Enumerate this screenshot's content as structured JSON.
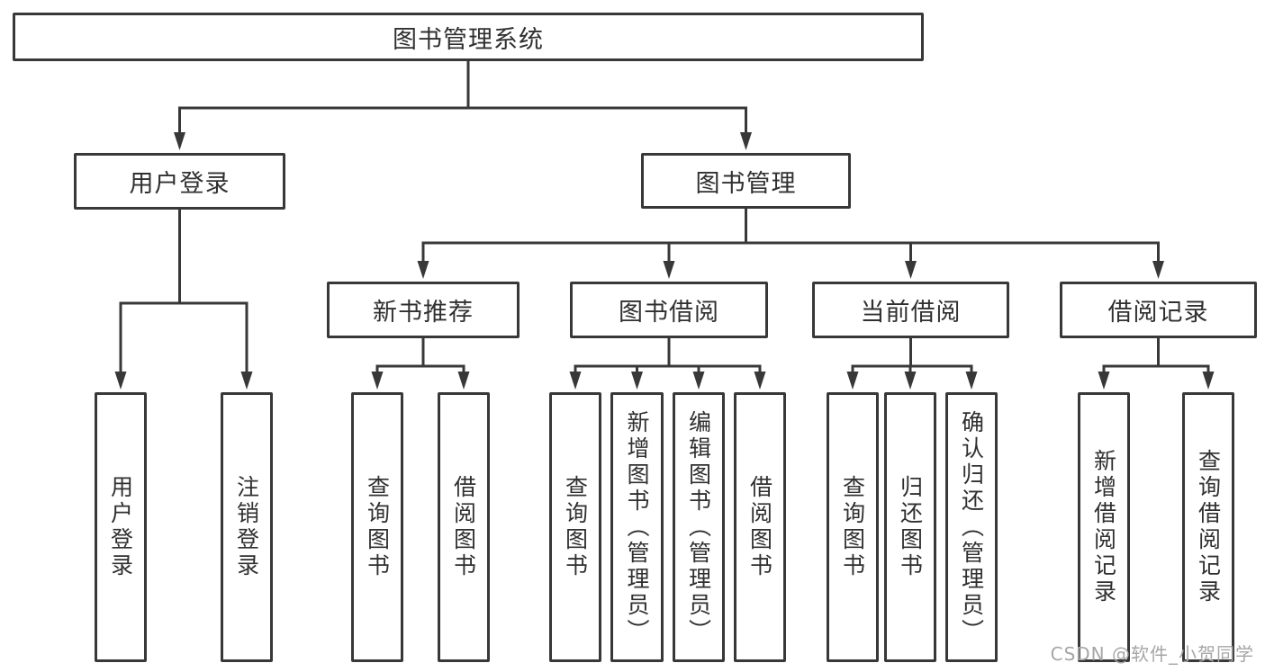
{
  "diagram": {
    "title": "图书管理系统",
    "nodes": [
      {
        "id": "root",
        "label": "图书管理系统",
        "parent": null
      },
      {
        "id": "user-login",
        "label": "用户登录",
        "parent": "root"
      },
      {
        "id": "book-mgmt",
        "label": "图书管理",
        "parent": "root"
      },
      {
        "id": "new-book-rec",
        "label": "新书推荐",
        "parent": "book-mgmt"
      },
      {
        "id": "book-borrow",
        "label": "图书借阅",
        "parent": "book-mgmt"
      },
      {
        "id": "current-borrow",
        "label": "当前借阅",
        "parent": "book-mgmt"
      },
      {
        "id": "borrow-records",
        "label": "借阅记录",
        "parent": "book-mgmt"
      },
      {
        "id": "v-user-login",
        "label": "用户登录",
        "parent": "user-login"
      },
      {
        "id": "v-logout",
        "label": "注销登录",
        "parent": "user-login"
      },
      {
        "id": "v-query-book-1",
        "label": "查询图书",
        "parent": "new-book-rec"
      },
      {
        "id": "v-borrow-book-1",
        "label": "借阅图书",
        "parent": "new-book-rec"
      },
      {
        "id": "v-query-book-2",
        "label": "查询图书",
        "parent": "book-borrow"
      },
      {
        "id": "v-add-book",
        "label": "新增图书（管理员）",
        "parent": "book-borrow"
      },
      {
        "id": "v-edit-book",
        "label": "编辑图书（管理员）",
        "parent": "book-borrow"
      },
      {
        "id": "v-borrow-book-2",
        "label": "借阅图书",
        "parent": "book-borrow"
      },
      {
        "id": "v-query-book-3",
        "label": "查询图书",
        "parent": "current-borrow"
      },
      {
        "id": "v-return-book",
        "label": "归还图书",
        "parent": "current-borrow"
      },
      {
        "id": "v-confirm-return",
        "label": "确认归还（管理员）",
        "parent": "current-borrow"
      },
      {
        "id": "v-add-borrow-rec",
        "label": "新增借阅记录",
        "parent": "borrow-records"
      },
      {
        "id": "v-query-borrow-rec",
        "label": "查询借阅记录",
        "parent": "borrow-records"
      }
    ]
  },
  "watermark": {
    "text": "CSDN @软件_小贺同学"
  },
  "colors": {
    "line": "#383838",
    "text": "#303030",
    "background": "#ffffff",
    "watermark": "#a6a6a6"
  }
}
